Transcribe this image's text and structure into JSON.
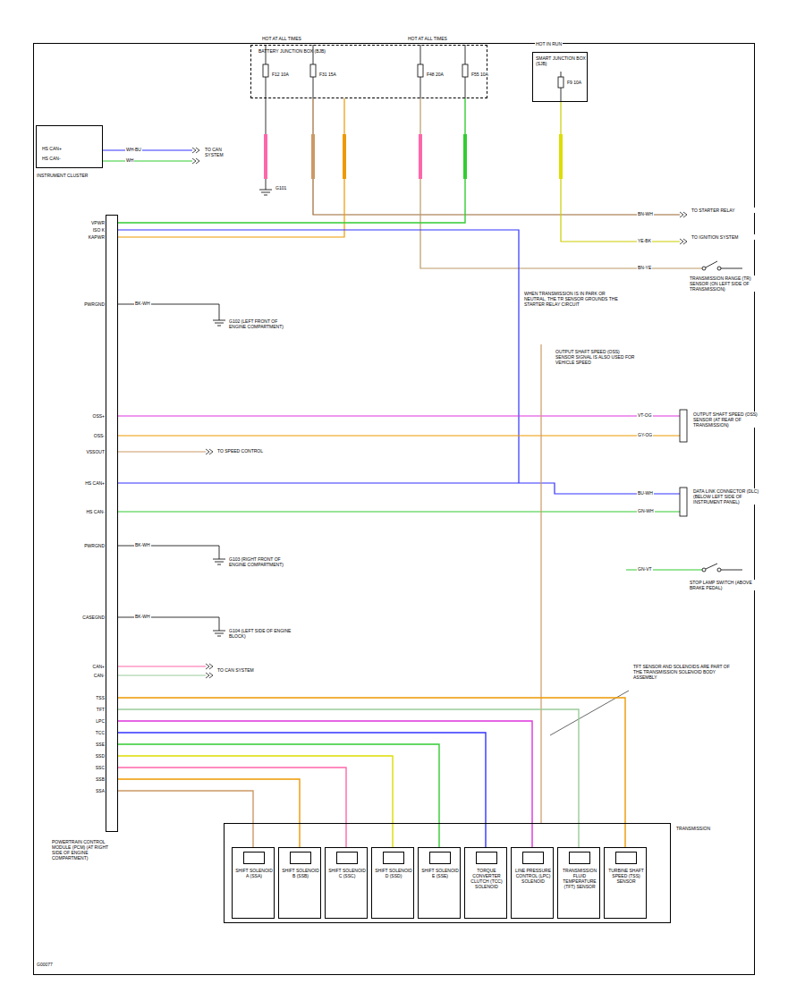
{
  "diagram": {
    "nodes": [
      {
        "text": [
          "INSTRUMENT CLUSTER"
        ]
      },
      {
        "text": [
          "BATTERY JUNCTION BOX (BJB)"
        ]
      },
      {
        "text": [
          "SMART JUNCTION BOX (SJB)"
        ]
      },
      {
        "text": [
          "POWERTRAIN CONTROL MODULE (PCM) (AT RIGHT SIDE OF ENGINE COMPARTMENT)"
        ]
      },
      {
        "text": [
          "TRANSMISSION"
        ]
      },
      {
        "text": [
          "SHIFT SOLENOID A (SSA)"
        ],
        "in": 4
      },
      {
        "text": [
          "SHIFT SOLENOID B (SSB)"
        ],
        "in": 4
      },
      {
        "text": [
          "SHIFT SOLENOID C (SSC)"
        ],
        "in": 4
      },
      {
        "text": [
          "SHIFT SOLENOID D (SSD)"
        ],
        "in": 4
      },
      {
        "text": [
          "SHIFT SOLENOID E (SSE)"
        ],
        "in": 4
      },
      {
        "text": [
          "TORQUE CONVERTER CLUTCH (TCC) SOLENOID"
        ],
        "in": 4
      },
      {
        "text": [
          "LINE PRESSURE CONTROL (LPC) SOLENOID"
        ],
        "in": 4
      },
      {
        "text": [
          "TRANSMISSION FLUID TEMPERATURE (TFT) SENSOR"
        ],
        "in": 4
      },
      {
        "text": [
          "TURBINE SHAFT SPEED (TSS) SENSOR"
        ],
        "in": 4
      }
    ],
    "edges": [
      {
        "from": 1,
        "to": 3,
        "arrow": "none"
      },
      {
        "from": 3,
        "to": 5,
        "arrow": "none"
      },
      {
        "from": 3,
        "to": 6,
        "arrow": "none"
      },
      {
        "from": 3,
        "to": 7,
        "arrow": "none"
      },
      {
        "from": 3,
        "to": 8,
        "arrow": "none"
      },
      {
        "from": 3,
        "to": 9,
        "arrow": "none"
      },
      {
        "from": 3,
        "to": 10,
        "arrow": "none"
      },
      {
        "from": 3,
        "to": 11,
        "arrow": "none"
      },
      {
        "from": 3,
        "to": 12,
        "arrow": "none"
      },
      {
        "from": 3,
        "to": 13,
        "arrow": "none"
      }
    ],
    "labels": [
      "HS CAN+",
      "HS CAN-",
      "WH-BU",
      "WH",
      "TO CAN SYSTEM",
      "HOT AT ALL TIMES",
      "HOT AT ALL TIMES",
      "HOT IN RUN",
      "F12 10A",
      "F31 15A",
      "F48 20A",
      "F55 10A",
      "F9 10A",
      "G101",
      "BN-WH",
      "TO STARTER RELAY",
      "YE-BK",
      "TO IGNITION SYSTEM",
      "BN-YE",
      "TRANSMISSION RANGE (TR) SENSOR (ON LEFT SIDE OF TRANSMISSION)",
      "WHEN TRANSMISSION IS IN PARK OR NEUTRAL, THE TR SENSOR GROUNDS THE STARTER RELAY CIRCUIT",
      "OUTPUT SHAFT SPEED (OSS) SENSOR SIGNAL IS ALSO USED FOR VEHICLE SPEED",
      "VT-OG",
      "GY-OG",
      "OUTPUT SHAFT SPEED (OSS) SENSOR (AT REAR OF TRANSMISSION)",
      "BU-WH",
      "GN-WH",
      "DATA LINK CONNECTOR (DLC) (BELOW LEFT SIDE OF INSTRUMENT PANEL)",
      "GN-VT",
      "STOP LAMP SWITCH (ABOVE BRAKE PEDAL)",
      "BK-WH",
      "G102 (LEFT FRONT OF ENGINE COMPARTMENT)",
      "TO SPEED CONTROL",
      "BK-WH",
      "G103 (RIGHT FRONT OF ENGINE COMPARTMENT)",
      "BK-WH",
      "G104 (LEFT SIDE OF ENGINE BLOCK)",
      "TO CAN SYSTEM",
      "TFT SENSOR AND SOLENOIDS ARE PART OF THE TRANSMISSION SOLENOID BODY ASSEMBLY",
      "G00077",
      "VPWR",
      "ISO K",
      "KAPWR",
      "PWRGND",
      "OSS+",
      "OSS-",
      "VSSOUT",
      "HS CAN+",
      "HS CAN-",
      "PWRGND",
      "CASEGND",
      "CAN+",
      "CAN-",
      "TSS",
      "TFT",
      "LPC",
      "TCC",
      "SSE",
      "SSD",
      "SSC",
      "SSB",
      "SSA"
    ]
  }
}
